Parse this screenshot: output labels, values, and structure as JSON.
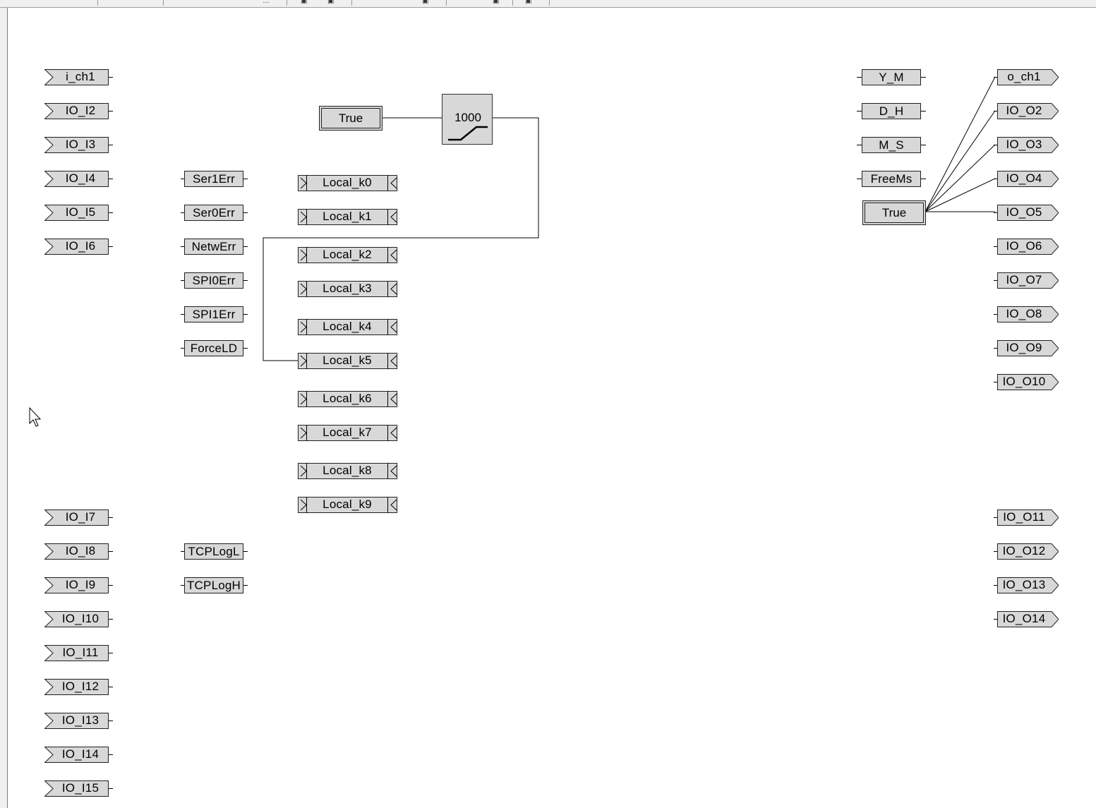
{
  "inputs_top": [
    "i_ch1",
    "IO_I2",
    "IO_I3",
    "IO_I4",
    "IO_I5",
    "IO_I6"
  ],
  "inputs_bottom": [
    "IO_I7",
    "IO_I8",
    "IO_I9",
    "IO_I10",
    "IO_I11",
    "IO_I12",
    "IO_I13",
    "IO_I14",
    "IO_I15"
  ],
  "status_flags": [
    "Ser1Err",
    "Ser0Err",
    "NetwErr",
    "SPI0Err",
    "SPI1Err",
    "ForceLD"
  ],
  "tcp_flags": [
    "TCPLogL",
    "TCPLogH"
  ],
  "local_vars": [
    "Local_k0",
    "Local_k1",
    "Local_k2",
    "Local_k3",
    "Local_k4",
    "Local_k5",
    "Local_k6",
    "Local_k7",
    "Local_k8",
    "Local_k9"
  ],
  "time_vars": [
    "Y_M",
    "D_H",
    "M_S",
    "FreeMs"
  ],
  "outputs_top": [
    "o_ch1",
    "IO_O2",
    "IO_O3",
    "IO_O4",
    "IO_O5",
    "IO_O6",
    "IO_O7",
    "IO_O8",
    "IO_O9",
    "IO_O10"
  ],
  "outputs_bottom": [
    "IO_O11",
    "IO_O12",
    "IO_O13",
    "IO_O14"
  ],
  "constant_true_left": "True",
  "constant_true_right": "True",
  "ramp_block": {
    "value": "1000",
    "icon": "ramp-icon"
  },
  "colors": {
    "block_fill": "#d8d8d8",
    "wire": "#000000"
  }
}
